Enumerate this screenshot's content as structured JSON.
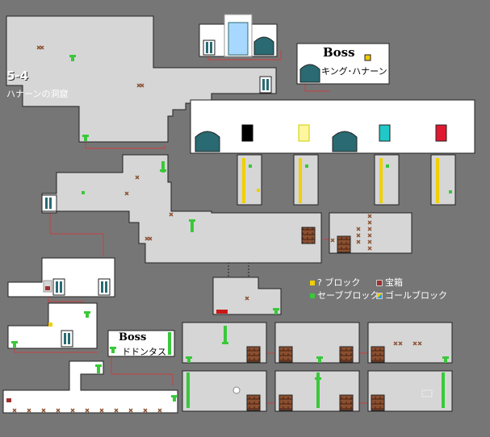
{
  "level": {
    "number": "5-4",
    "name": "ハナーンの洞窟"
  },
  "bosses": {
    "king": {
      "label": "Boss",
      "name": "キング･ハナーン"
    },
    "dodontas": {
      "label": "Boss",
      "name": "ドドンタス"
    }
  },
  "legend": {
    "question_block": "? ブロック",
    "save_block": "セーブブロック",
    "treasure_chest": "宝箱",
    "goal_block": "ゴールブロック"
  },
  "colors": {
    "background": "#767676",
    "room": "#d6d6d6",
    "connector": "#c84040",
    "door": "#2a6a72",
    "pipe": "#3ac83a",
    "goal_black": "#000000",
    "goal_yellow": "#fff08a",
    "goal_cyan": "#20c8c8",
    "goal_red": "#e01830"
  }
}
